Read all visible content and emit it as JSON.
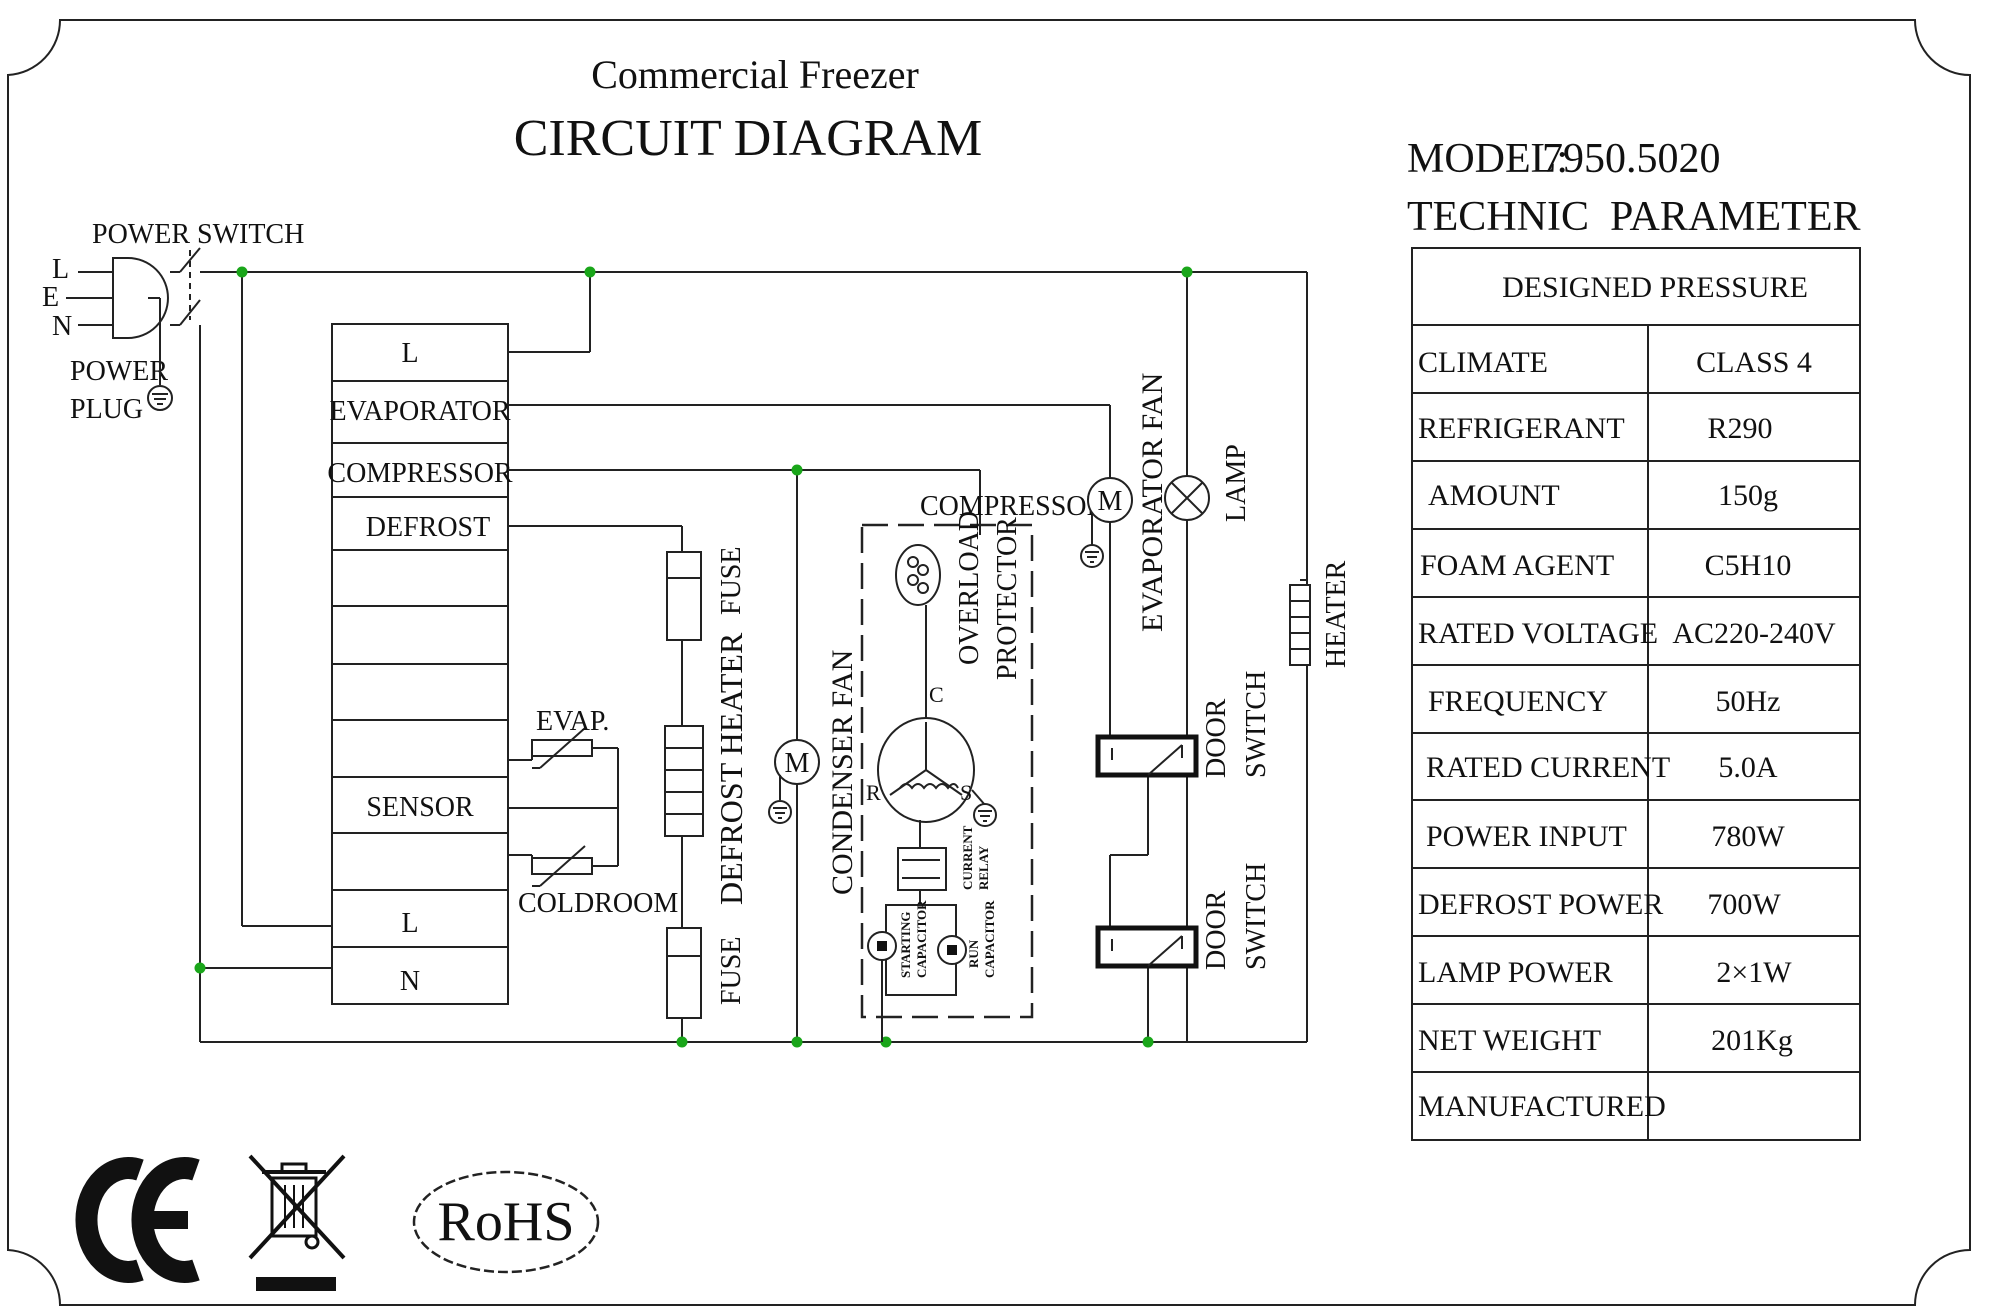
{
  "header": {
    "subtitle": "Commercial Freezer",
    "title": "CIRCUIT DIAGRAM"
  },
  "model": {
    "label": "MODEL:",
    "value": "7950.5020",
    "technic": "TECHNIC  PARAMETER"
  },
  "plug": {
    "power_switch": "POWER SWITCH",
    "l": "L",
    "e": "E",
    "n": "N",
    "power": "POWER",
    "plug": "PLUG"
  },
  "controller": {
    "l_top": "L",
    "evaporator": "EVAPORATOR",
    "compressor": "COMPRESSOR",
    "defrost": "DEFROST",
    "sensor": "SENSOR",
    "l_bottom": "L",
    "n": "N"
  },
  "sensors": {
    "evap": "EVAP.",
    "coldroom": "COLDROOM"
  },
  "components": {
    "fuse_top": "FUSE",
    "defrost_heater": "DEFROST HEATER",
    "fuse_bottom": "FUSE",
    "condenser_fan": "CONDENSER FAN",
    "compressor": "COMPRESSOR",
    "overload": "OVERLOAD",
    "protector": "PROTECTOR",
    "current_relay_1": "CURRENT",
    "current_relay_2": "RELAY",
    "starting_cap_1": "STARTING",
    "starting_cap_2": "CAPACITOR",
    "run_cap_1": "RUN",
    "run_cap_2": "CAPACITOR",
    "terminal_c": "C",
    "terminal_r": "R",
    "terminal_s": "S",
    "motor": "M",
    "evaporator_fan": "EVAPORATOR FAN",
    "lamp": "LAMP",
    "heater": "HEATER",
    "door_switch_1a": "DOOR",
    "door_switch_1b": "SWITCH",
    "door_switch_2a": "DOOR",
    "door_switch_2b": "SWITCH"
  },
  "table": {
    "header": "DESIGNED PRESSURE",
    "rows": [
      {
        "label": "CLIMATE",
        "value": "CLASS 4"
      },
      {
        "label": "REFRIGERANT",
        "value": "R290"
      },
      {
        "label": "AMOUNT",
        "value": "150g"
      },
      {
        "label": "FOAM AGENT",
        "value": "C5H10"
      },
      {
        "label": "RATED VOLTAGE",
        "value": "AC220-240V"
      },
      {
        "label": "FREQUENCY",
        "value": "50Hz"
      },
      {
        "label": "RATED CURRENT",
        "value": "5.0A"
      },
      {
        "label": "POWER INPUT",
        "value": "780W"
      },
      {
        "label": "DEFROST POWER",
        "value": "700W"
      },
      {
        "label": "LAMP POWER",
        "value": "2×1W"
      },
      {
        "label": "NET WEIGHT",
        "value": "201Kg"
      },
      {
        "label": "MANUFACTURED",
        "value": ""
      }
    ]
  },
  "logos": {
    "ce": "CE",
    "rohs": "RoHS"
  },
  "colors": {
    "node": "#1aa61a",
    "line": "#222222"
  }
}
